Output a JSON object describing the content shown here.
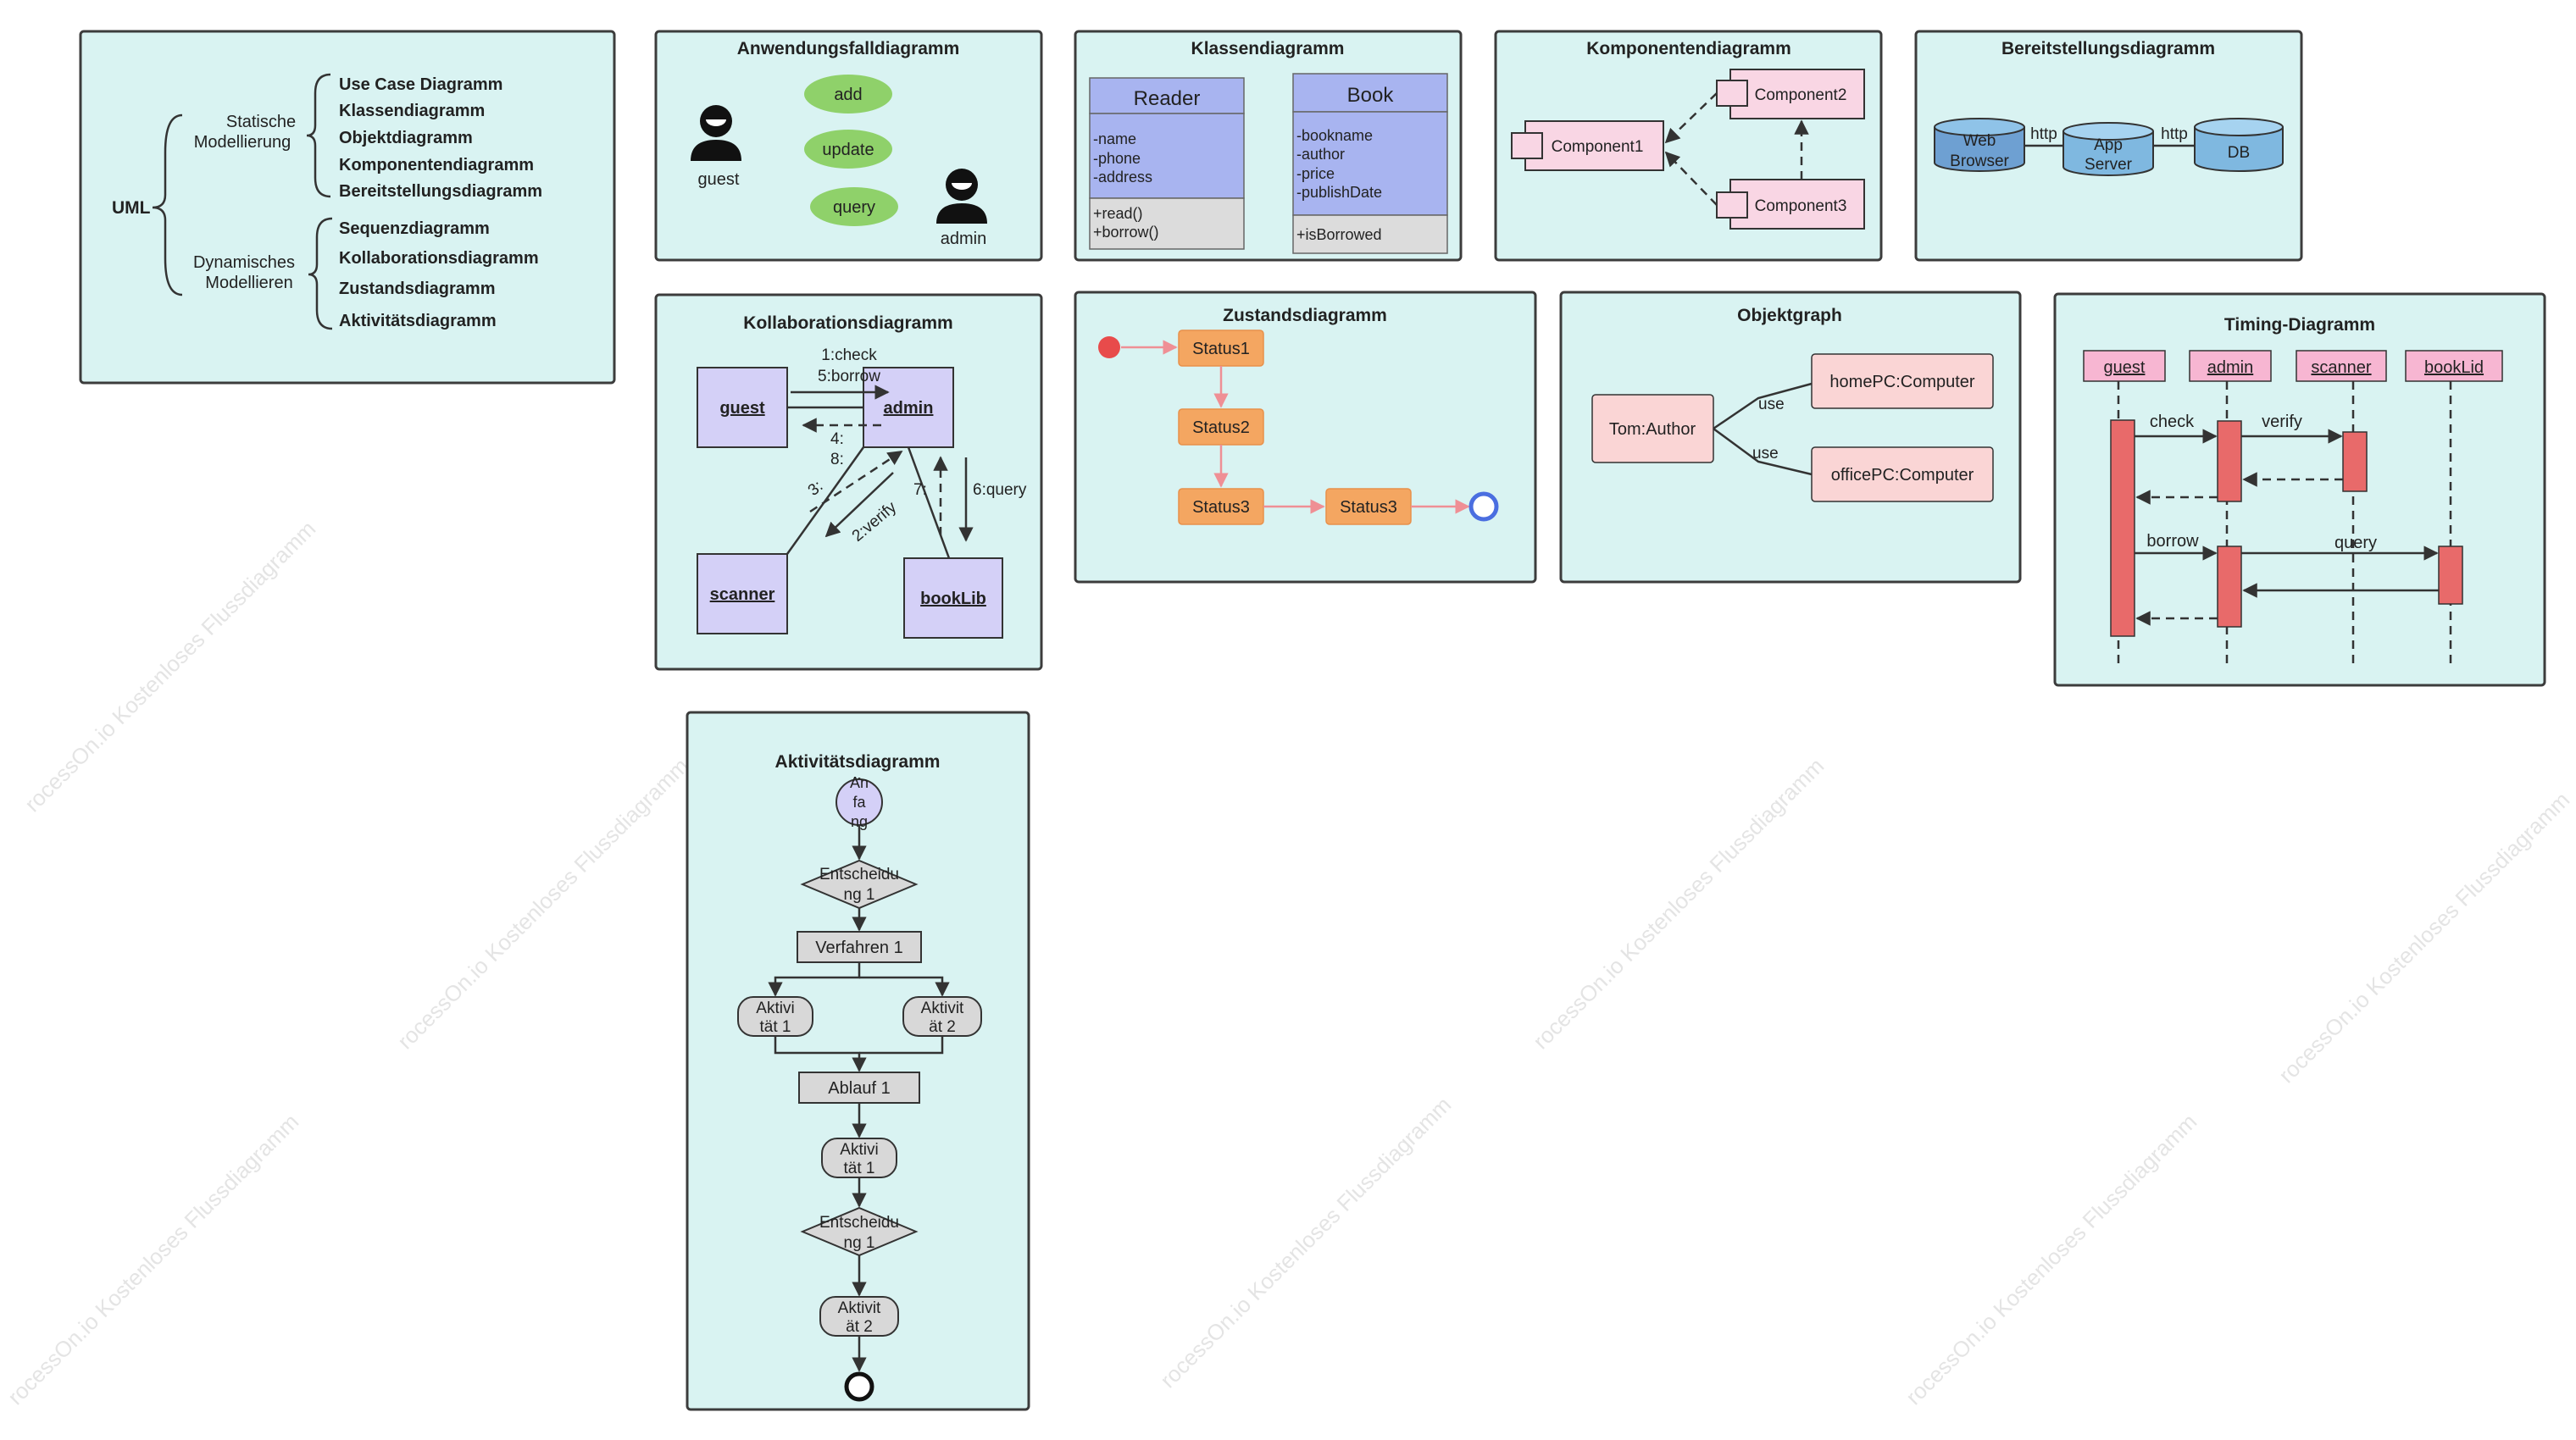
{
  "overview": {
    "root": "UML",
    "static_label": [
      "Statische",
      "Modellierung"
    ],
    "static_items": [
      "Use Case Diagramm",
      "Klassendiagramm",
      "Objektdiagramm",
      "Komponentendiagramm",
      "Bereitstellungsdiagramm"
    ],
    "dynamic_label": [
      "Dynamisches",
      "Modellieren"
    ],
    "dynamic_items": [
      "Sequenzdiagramm",
      "Kollaborationsdiagramm",
      "Zustandsdiagramm",
      "Aktivitätsdiagramm"
    ]
  },
  "usecase": {
    "title": "Anwendungsfalldiagramm",
    "actors": [
      "guest",
      "admin"
    ],
    "cases": [
      "add",
      "update",
      "query"
    ],
    "color": "#8fd16a"
  },
  "klassen": {
    "title": "Klassendiagramm",
    "reader": {
      "name": "Reader",
      "attrs": [
        "-name",
        "-phone",
        "-address"
      ],
      "ops": [
        "+read()",
        "+borrow()"
      ]
    },
    "book": {
      "name": "Book",
      "attrs": [
        "-bookname",
        "-author",
        "-price",
        "-publishDate"
      ],
      "ops": [
        "+isBorrowed"
      ]
    },
    "color": "#a8b4f0"
  },
  "komponenten": {
    "title": "Komponentendiagramm",
    "components": [
      "Component1",
      "Component2",
      "Component3"
    ]
  },
  "bereitstellung": {
    "title": "Bereitstellungsdiagramm",
    "nodes": [
      [
        "Web",
        "Browser"
      ],
      [
        "App",
        "Server"
      ],
      [
        "DB"
      ]
    ],
    "links": [
      "http",
      "http"
    ]
  },
  "kollab": {
    "title": "Kollaborationsdiagramm",
    "objects": [
      "guest",
      "admin",
      "scanner",
      "bookLib"
    ],
    "msgs": [
      "1:check",
      "5:borrow",
      "4:",
      "8:",
      "3:",
      "2:verify",
      "7:",
      "6:query"
    ]
  },
  "zustand": {
    "title": "Zustandsdiagramm",
    "states": [
      "Status1",
      "Status2",
      "Status3",
      "Status3"
    ]
  },
  "objekt": {
    "title": "Objektgraph",
    "nodes": [
      "Tom:Author",
      "homePC:Computer",
      "officePC:Computer"
    ],
    "links": [
      "use",
      "use"
    ]
  },
  "timing": {
    "title": "Timing-Diagramm",
    "lifelines": [
      "guest",
      "admin",
      "scanner",
      "bookLid"
    ],
    "msgs": [
      "check",
      "verify",
      "borrow",
      "query"
    ]
  },
  "aktivitaet": {
    "title": "Aktivitätsdiagramm",
    "start": [
      "An",
      "fa",
      "ng"
    ],
    "decision1": [
      "Entscheidu",
      "ng 1"
    ],
    "proc1": "Verfahren 1",
    "act1": [
      "Aktivi",
      "tät 1"
    ],
    "act2": [
      "Aktivit",
      "ät 2"
    ],
    "flow1": "Ablauf 1",
    "act3": [
      "Aktivi",
      "tät 1"
    ],
    "decision2": [
      "Entscheidu",
      "ng 1"
    ],
    "act4": [
      "Aktivit",
      "ät 2"
    ]
  },
  "watermark": "rocessOn.io Kostenloses Flussdiagramm"
}
